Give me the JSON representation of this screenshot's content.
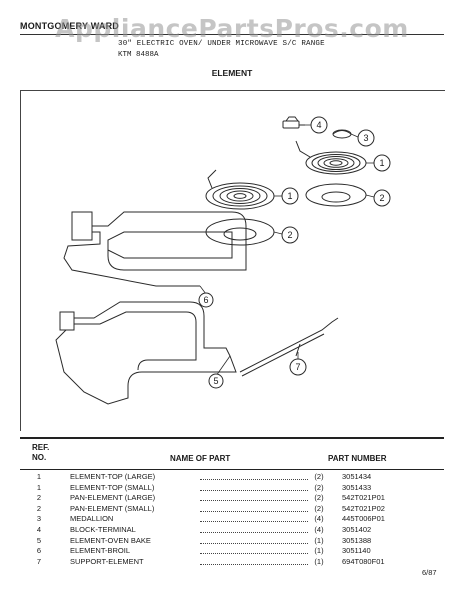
{
  "watermark": "AppliancePartsPros.com",
  "header": {
    "brand": "MONTGOMERY WARD",
    "subtitle": "30\" ELECTRIC OVEN/ UNDER MICROWAVE S/C RANGE",
    "model": "KTM 8488A",
    "section_title": "ELEMENT"
  },
  "callouts": [
    "1",
    "2",
    "3",
    "4",
    "1",
    "2",
    "6",
    "5",
    "7"
  ],
  "parts_table": {
    "headers": {
      "ref_line1": "REF.",
      "ref_line2": "NO.",
      "name": "NAME OF PART",
      "part_number": "PART NUMBER"
    },
    "rows": [
      {
        "ref": "1",
        "name": "ELEMENT-TOP (LARGE)",
        "qty": "(2)",
        "pn": "3051434"
      },
      {
        "ref": "1",
        "name": "ELEMENT-TOP (SMALL)",
        "qty": "(2)",
        "pn": "3051433"
      },
      {
        "ref": "2",
        "name": "PAN-ELEMENT (LARGE)",
        "qty": "(2)",
        "pn": "542T021P01"
      },
      {
        "ref": "2",
        "name": "PAN-ELEMENT (SMALL)",
        "qty": "(2)",
        "pn": "542T021P02"
      },
      {
        "ref": "3",
        "name": "MEDALLION",
        "qty": "(4)",
        "pn": "445T006P01"
      },
      {
        "ref": "4",
        "name": "BLOCK-TERMINAL",
        "qty": "(4)",
        "pn": "3051402"
      },
      {
        "ref": "5",
        "name": "ELEMENT-OVEN BAKE",
        "qty": "(1)",
        "pn": "3051388"
      },
      {
        "ref": "6",
        "name": "ELEMENT-BROIL",
        "qty": "(1)",
        "pn": "3051140"
      },
      {
        "ref": "7",
        "name": "SUPPORT-ELEMENT",
        "qty": "(1)",
        "pn": "694T080F01"
      }
    ]
  },
  "footer": {
    "date": "6/87"
  }
}
